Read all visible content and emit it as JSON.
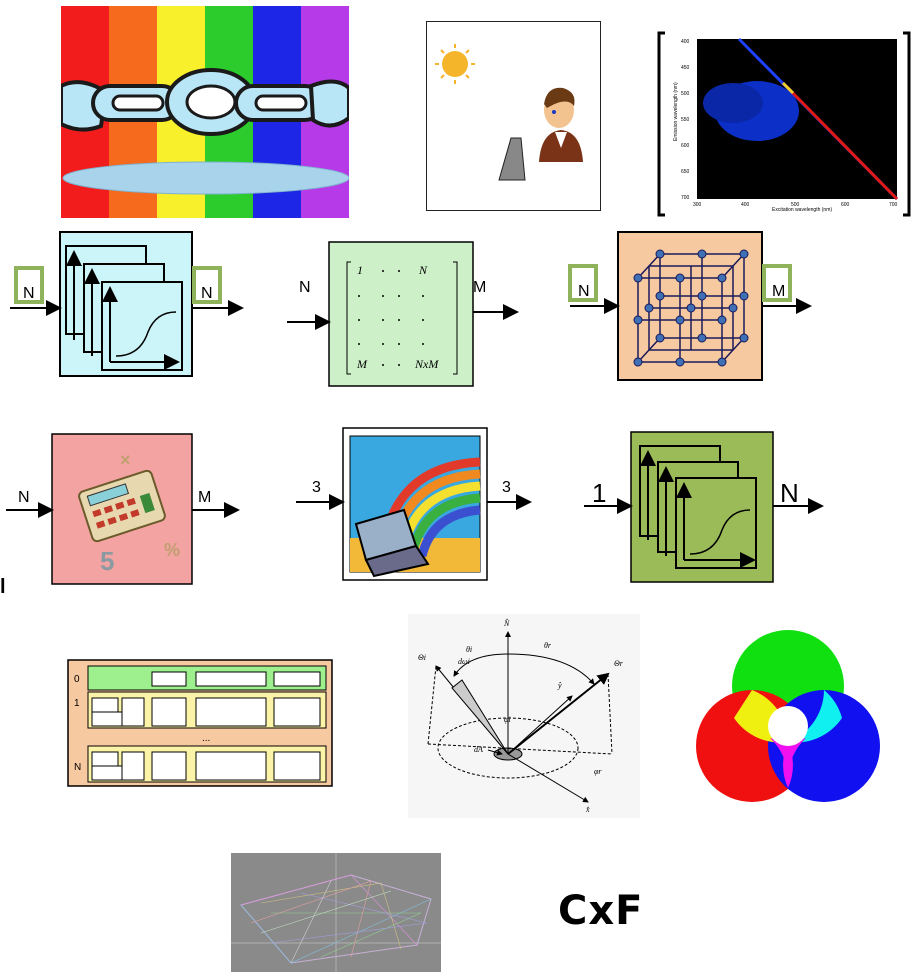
{
  "row_lut": {
    "input": "N",
    "output": "N"
  },
  "row_matrix": {
    "input": "N",
    "output": "M",
    "top_left": "1",
    "top_right": "N",
    "bottom_left": "M",
    "bottom_right": "NxM"
  },
  "row_lut3d": {
    "input": "N",
    "output": "M"
  },
  "row_calc": {
    "input": "N",
    "output": "M"
  },
  "row_computer": {
    "input": "3",
    "output": "3"
  },
  "row_curves": {
    "input": "1",
    "output": "N"
  },
  "stray_text": "l",
  "table": {
    "rows": [
      "0",
      "1",
      "N"
    ],
    "ellipsis": "..."
  },
  "brdf": {
    "normal": "N̂",
    "theta_i": "θi",
    "theta_r": "θr",
    "omega_i": "Θi",
    "omega_r": "Θr",
    "d_omega": "dωi",
    "phi_i": "φi",
    "phi_r": "φr",
    "y": "ŷ",
    "x": "x̂",
    "dA": "dA"
  },
  "spectrum": {
    "y_label": "Emission wavelength (nm)",
    "x_label": "Excitation wavelength (nm)",
    "y_ticks": [
      "400",
      "450",
      "500",
      "550",
      "600",
      "650",
      "700"
    ],
    "x_ticks": [
      "300",
      "400",
      "500",
      "600",
      "700"
    ]
  },
  "cxf_label": "CxF",
  "colors": {
    "cyan_box": "#ccf5fa",
    "green_box": "#cdf0c8",
    "orange_box": "#f7c9a0",
    "red_box": "#f4a3a3",
    "olive_box": "#9bbb59",
    "port_green": "#8fb35a"
  }
}
